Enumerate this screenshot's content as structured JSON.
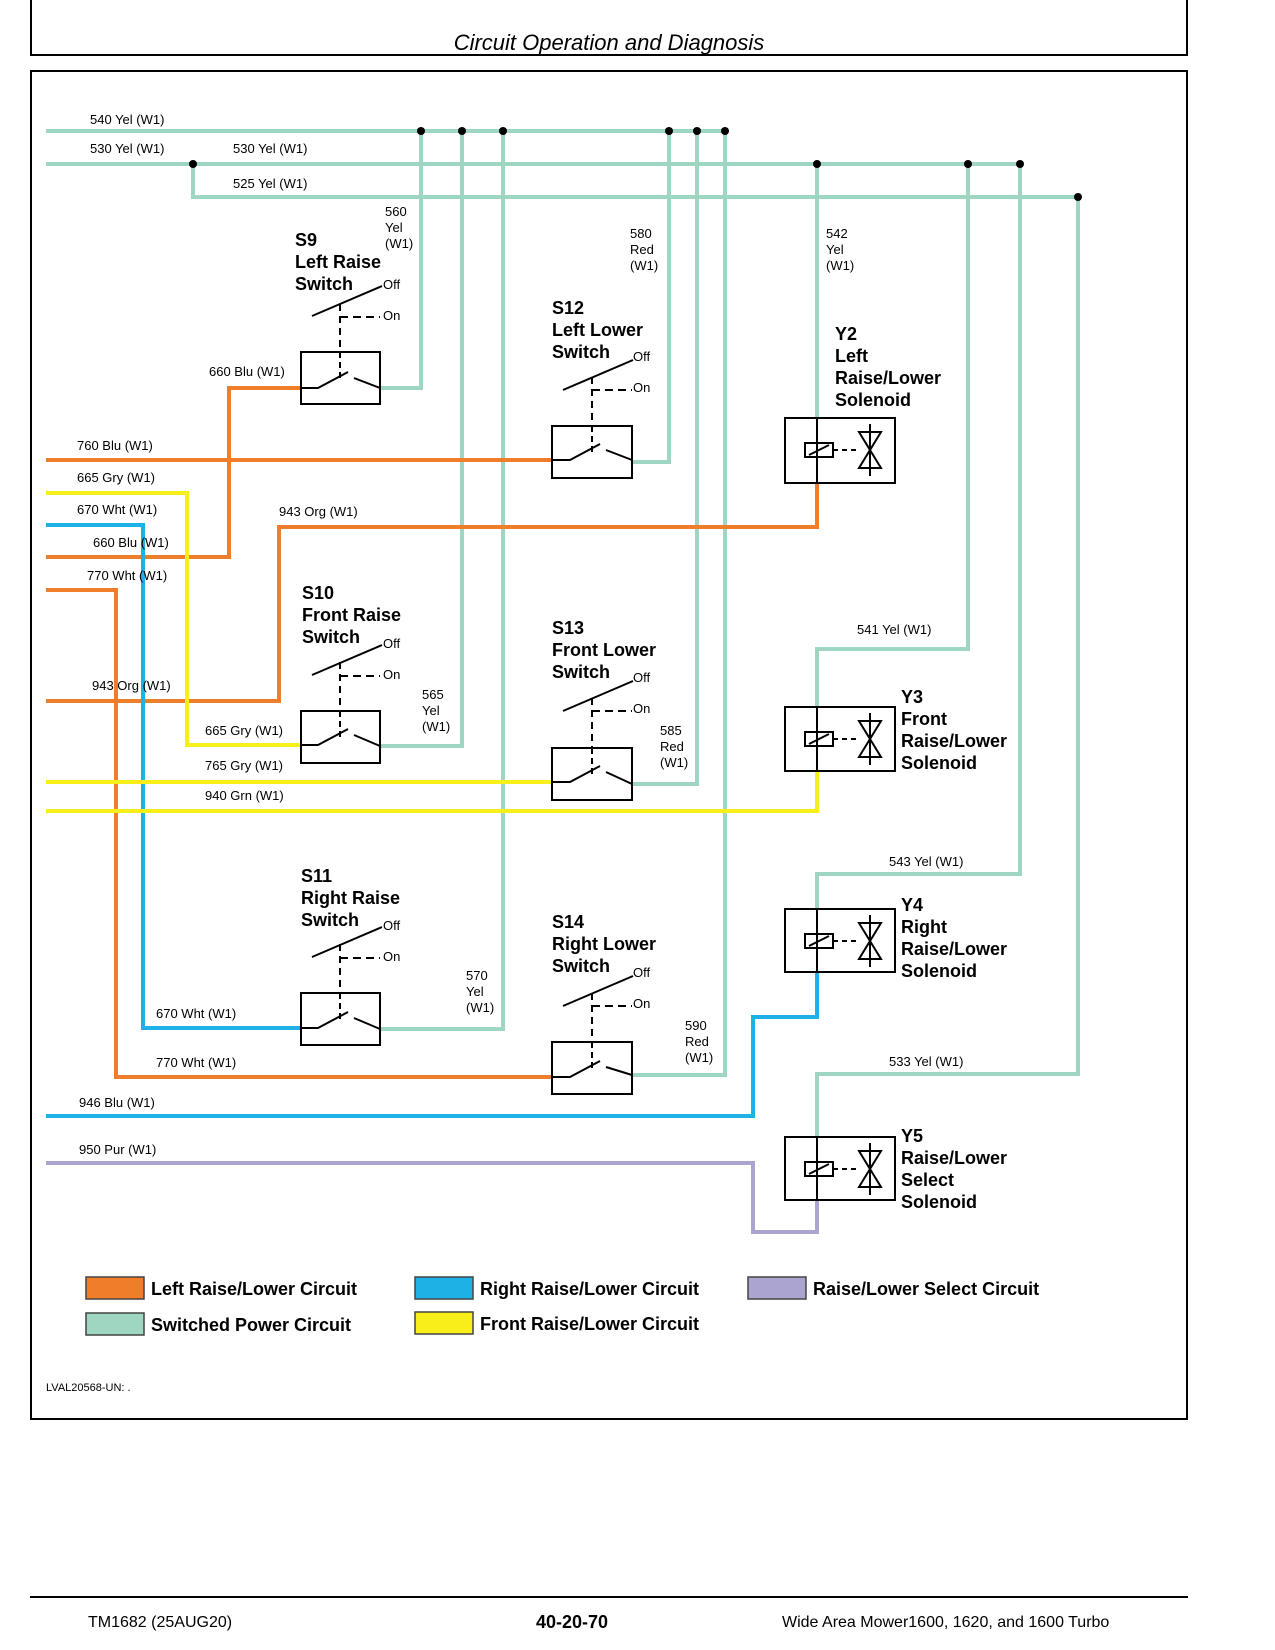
{
  "header": {
    "title": "Circuit Operation and Diagnosis"
  },
  "colors": {
    "left_raise_lower": "#F07D2A",
    "right_raise_lower": "#1EB1E6",
    "raise_lower_select": "#ABA4D0",
    "switched_power": "#9ED6C2",
    "front_raise_lower": "#F8EE1A"
  },
  "wires": {
    "w540": "540 Yel (W1)",
    "w530": "530 Yel (W1)",
    "w530b": "530 Yel (W1)",
    "w525": "525 Yel (W1)",
    "w560": [
      "560",
      "Yel",
      "(W1)"
    ],
    "w580": [
      "580",
      "Red",
      "(W1)"
    ],
    "w542": [
      "542",
      "Yel",
      "(W1)"
    ],
    "w660a": "660 Blu (W1)",
    "w760": "760 Blu (W1)",
    "w665a": "665 Gry (W1)",
    "w670a": "670 Wht (W1)",
    "w943a": "943 Org (W1)",
    "w660b": "660 Blu (W1)",
    "w770a": "770 Wht (W1)",
    "w541": "541 Yel (W1)",
    "w943b": "943 Org (W1)",
    "w565": [
      "565",
      "Yel",
      "(W1)"
    ],
    "w585": [
      "585",
      "Red",
      "(W1)"
    ],
    "w665b": "665 Gry (W1)",
    "w765": "765 Gry (W1)",
    "w940": "940 Grn (W1)",
    "w543": "543 Yel (W1)",
    "w570": [
      "570",
      "Yel",
      "(W1)"
    ],
    "w590": [
      "590",
      "Red",
      "(W1)"
    ],
    "w670b": "670 Wht (W1)",
    "w770b": "770 Wht (W1)",
    "w533": "533 Yel (W1)",
    "w946": "946 Blu (W1)",
    "w950": "950 Pur (W1)"
  },
  "switches": {
    "s9": {
      "id": "S9",
      "name": [
        "Left Raise",
        "Switch"
      ]
    },
    "s12": {
      "id": "S12",
      "name": [
        "Left Lower",
        "Switch"
      ]
    },
    "s10": {
      "id": "S10",
      "name": [
        "Front Raise",
        "Switch"
      ]
    },
    "s13": {
      "id": "S13",
      "name": [
        "Front Lower",
        "Switch"
      ]
    },
    "s11": {
      "id": "S11",
      "name": [
        "Right Raise",
        "Switch"
      ]
    },
    "s14": {
      "id": "S14",
      "name": [
        "Right Lower",
        "Switch"
      ]
    }
  },
  "switch_states": {
    "off": "Off",
    "on": "On"
  },
  "solenoids": {
    "y2": {
      "id": "Y2",
      "name": [
        "Left",
        "Raise/Lower",
        "Solenoid"
      ]
    },
    "y3": {
      "id": "Y3",
      "name": [
        "Front",
        "Raise/Lower",
        "Solenoid"
      ]
    },
    "y4": {
      "id": "Y4",
      "name": [
        "Right",
        "Raise/Lower",
        "Solenoid"
      ]
    },
    "y5": {
      "id": "Y5",
      "name": [
        "Raise/Lower",
        "Select",
        "Solenoid"
      ]
    }
  },
  "legend": {
    "left": "Left Raise/Lower Circuit",
    "right": "Right Raise/Lower Circuit",
    "select": "Raise/Lower Select Circuit",
    "power": "Switched Power Circuit",
    "front": "Front Raise/Lower Circuit"
  },
  "figure_id": "LVAL20568-UN: .",
  "footer": {
    "doc": "TM1682 (25AUG20)",
    "page": "40-20-70",
    "product": "Wide Area Mower1600, 1620, and 1600 Turbo"
  }
}
